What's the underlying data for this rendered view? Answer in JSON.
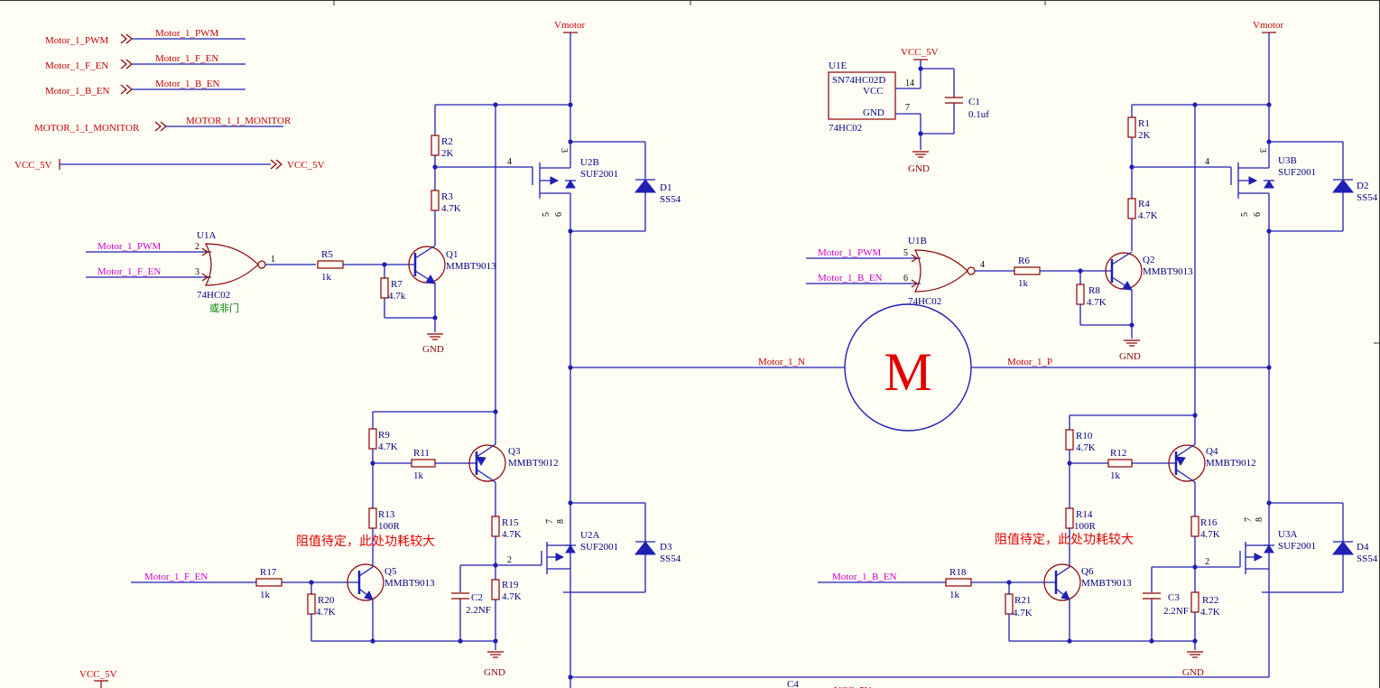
{
  "ports": {
    "motor_1_pwm": "Motor_1_PWM",
    "motor_1_f_en": "Motor_1_F_EN",
    "motor_1_b_en": "Motor_1_B_EN",
    "motor_1_i_monitor": "MOTOR_1_I_MONITOR",
    "vcc_5v": "VCC_5V"
  },
  "nets": {
    "motor_1_pwm": "Motor_1_PWM",
    "motor_1_f_en": "Motor_1_F_EN",
    "motor_1_b_en": "Motor_1_B_EN",
    "motor_1_i_monitor": "MOTOR_1_I_MONITOR",
    "motor_1_n": "Motor_1_N",
    "motor_1_p": "Motor_1_P",
    "motor_pwm_u1b": "Motor_1_PWM",
    "motor_b_en_u1b": "Motor_1_B_EN",
    "motor_f_en_q5": "Motor_1_F_EN",
    "motor_b_en_q6": "Motor_1_B_EN"
  },
  "power": {
    "vmotor": "Vmotor",
    "vcc_5v": "VCC_5V",
    "gnd": "GND"
  },
  "motor_symbol": "M",
  "u1e": {
    "ref": "U1E",
    "part": "SN74HC02D",
    "vcc": "VCC",
    "gnd": "GND",
    "pin14": "14",
    "pin7": "7",
    "type": "74HC02"
  },
  "u1a": {
    "ref": "U1A",
    "type": "74HC02",
    "pin2": "2",
    "pin3": "3",
    "pin1": "1",
    "note": "或非门"
  },
  "u1b": {
    "ref": "U1B",
    "type": "74HC02",
    "pin5": "5",
    "pin6": "6",
    "pin4": "4"
  },
  "u2b": {
    "ref": "U2B",
    "part": "SUF2001",
    "p3": "3",
    "p4": "4",
    "p5": "5",
    "p6": "6"
  },
  "u3b": {
    "ref": "U3B",
    "part": "SUF2001",
    "p3": "3",
    "p4": "4",
    "p5": "5",
    "p6": "6"
  },
  "u2a": {
    "ref": "U2A",
    "part": "SUF2001",
    "p7": "7",
    "p8": "8",
    "p2": "2"
  },
  "u3a": {
    "ref": "U3A",
    "part": "SUF2001",
    "p7": "7",
    "p8": "8",
    "p2": "2"
  },
  "d1": {
    "ref": "D1",
    "part": "SS54"
  },
  "d2": {
    "ref": "D2",
    "part": "SS54"
  },
  "d3": {
    "ref": "D3",
    "part": "SS54"
  },
  "d4": {
    "ref": "D4",
    "part": "SS54"
  },
  "q1": {
    "ref": "Q1",
    "part": "MMBT9013"
  },
  "q2": {
    "ref": "Q2",
    "part": "MMBT9013"
  },
  "q3": {
    "ref": "Q3",
    "part": "MMBT9012"
  },
  "q4": {
    "ref": "Q4",
    "part": "MMBT9012"
  },
  "q5": {
    "ref": "Q5",
    "part": "MMBT9013"
  },
  "q6": {
    "ref": "Q6",
    "part": "MMBT9013"
  },
  "r1": {
    "ref": "R1",
    "value": "2K"
  },
  "r2": {
    "ref": "R2",
    "value": "2K"
  },
  "r3": {
    "ref": "R3",
    "value": "4.7K"
  },
  "r4": {
    "ref": "R4",
    "value": "4.7K"
  },
  "r5": {
    "ref": "R5",
    "value": "1k"
  },
  "r6": {
    "ref": "R6",
    "value": "1k"
  },
  "r7": {
    "ref": "R7",
    "value": "4.7k"
  },
  "r8": {
    "ref": "R8",
    "value": "4.7K"
  },
  "r9": {
    "ref": "R9",
    "value": "4.7K"
  },
  "r10": {
    "ref": "R10",
    "value": "4.7K"
  },
  "r11": {
    "ref": "R11",
    "value": "1k"
  },
  "r12": {
    "ref": "R12",
    "value": "1k"
  },
  "r13": {
    "ref": "R13",
    "value": "100R"
  },
  "r14": {
    "ref": "R14",
    "value": "100R"
  },
  "r15": {
    "ref": "R15",
    "value": "4.7K"
  },
  "r16": {
    "ref": "R16",
    "value": "4.7K"
  },
  "r17": {
    "ref": "R17",
    "value": "1k"
  },
  "r18": {
    "ref": "R18",
    "value": "1k"
  },
  "r19": {
    "ref": "R19",
    "value": "4.7K"
  },
  "r20": {
    "ref": "R20",
    "value": "4.7K"
  },
  "r21": {
    "ref": "R21",
    "value": "4.7K"
  },
  "r22": {
    "ref": "R22",
    "value": "4.7K"
  },
  "c1": {
    "ref": "C1",
    "value": "0.1uf"
  },
  "c2": {
    "ref": "C2",
    "value": "2.2NF"
  },
  "c3": {
    "ref": "C3",
    "value": "2.2NF"
  },
  "c4": {
    "ref": "C4"
  },
  "notes": {
    "left": "阻值待定，此处功耗较大",
    "right": "阻值待定，此处功耗较大"
  }
}
